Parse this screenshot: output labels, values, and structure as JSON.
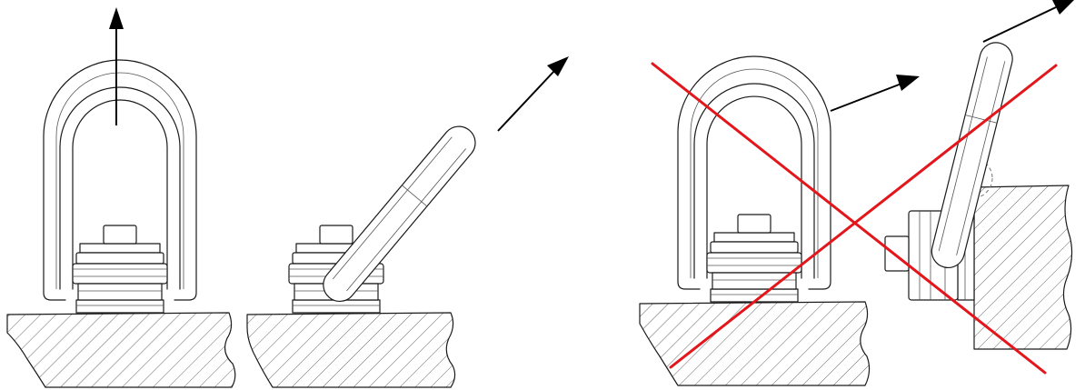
{
  "colors": {
    "line": "#1a1a1a",
    "hatch": "#555555",
    "arrow": "#000000",
    "forbidden_cross": "#e3161b",
    "background": "#ffffff"
  },
  "scenes": [
    {
      "id": "straight-pull",
      "status": "allowed",
      "direction": "vertical"
    },
    {
      "id": "angled-pull",
      "status": "allowed",
      "direction": "angled-in-plane"
    },
    {
      "id": "side-load-ring",
      "status": "forbidden",
      "direction": "sideways-on-ring"
    },
    {
      "id": "sidewall-mount",
      "status": "forbidden",
      "direction": "pull-against-wall"
    }
  ]
}
